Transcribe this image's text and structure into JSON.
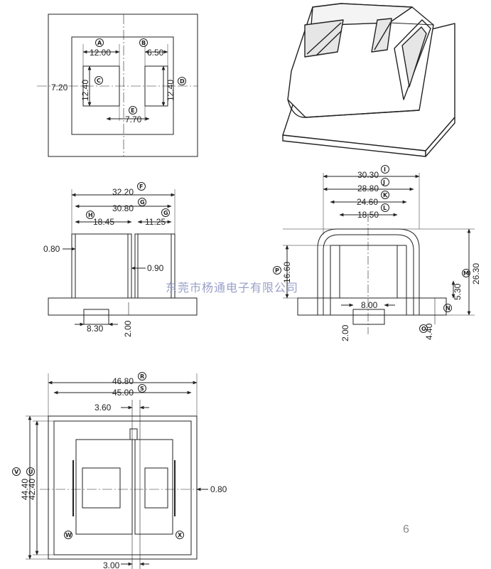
{
  "watermark": "东莞市杨通电子有限公司",
  "page_number": "6",
  "top_view": {
    "dims": [
      "12.00",
      "6.50",
      "7.20",
      "12.40",
      "12.40",
      "7.70"
    ],
    "labels": [
      "A",
      "B",
      "C",
      "D",
      "E"
    ]
  },
  "front_view": {
    "dims": [
      "32.20",
      "30.80",
      "18.45",
      "11.25",
      "0.80",
      "0.90",
      "8.30",
      "2.00"
    ],
    "labels": [
      "F",
      "G",
      "H",
      "G"
    ]
  },
  "side_view": {
    "dims": [
      "30.30",
      "28.80",
      "24.60",
      "18.50",
      "16.60",
      "5.30",
      "26.30",
      "2.00",
      "8.00",
      "4.40"
    ],
    "labels": [
      "I",
      "J",
      "K",
      "L",
      "P",
      "M",
      "N",
      "O"
    ]
  },
  "bottom_view": {
    "dims": [
      "46.80",
      "45.00",
      "3.60",
      "44.40",
      "42.40",
      "0.80",
      "3.00"
    ],
    "labels": [
      "R",
      "S",
      "V",
      "U",
      "W",
      "X"
    ]
  }
}
